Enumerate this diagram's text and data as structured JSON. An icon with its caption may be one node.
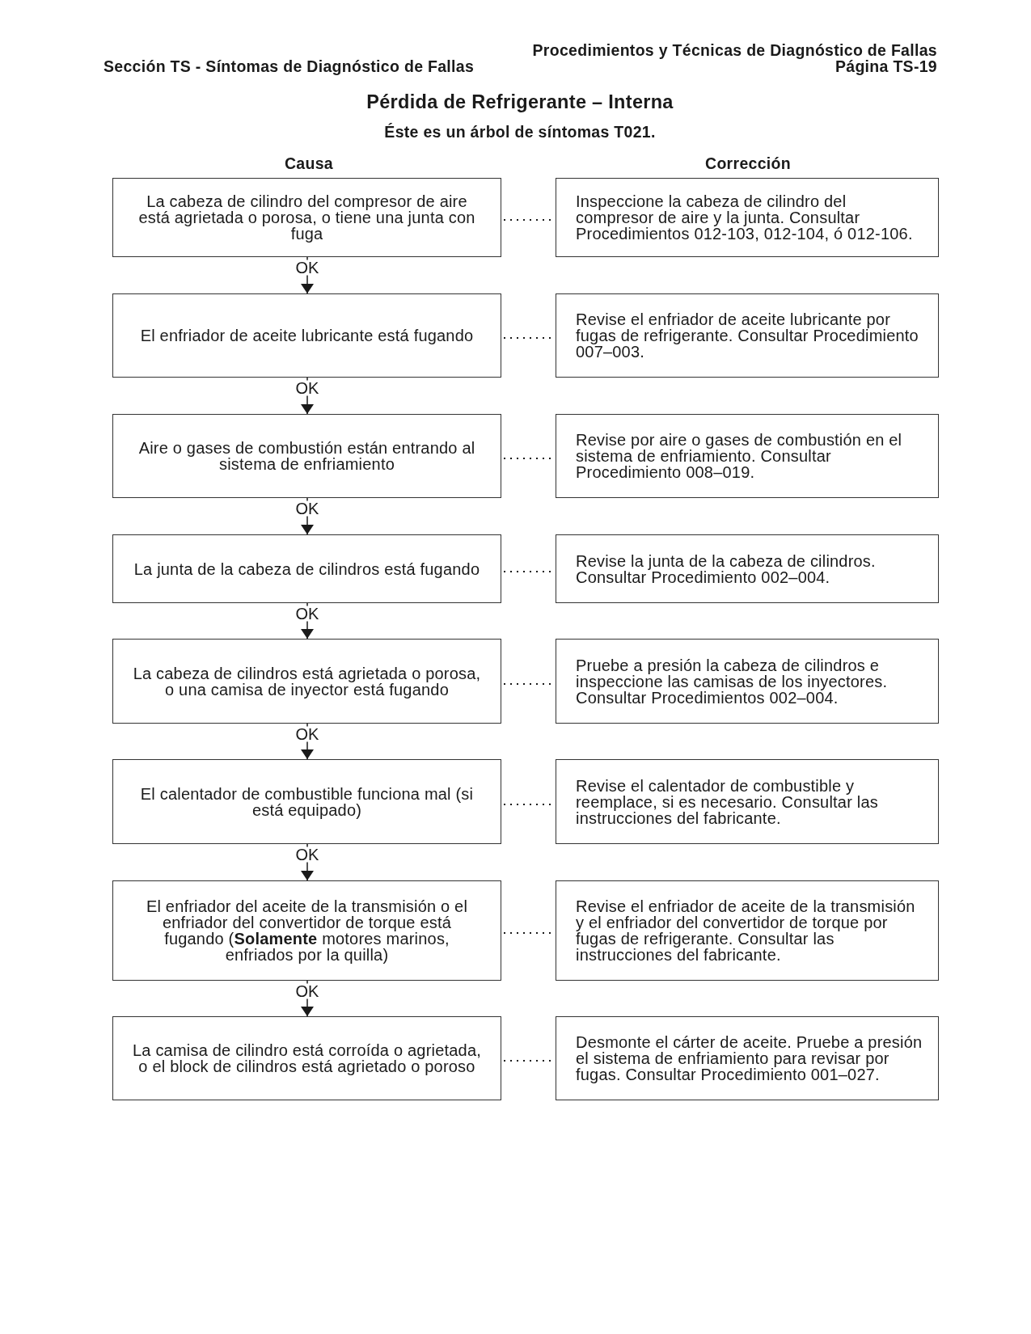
{
  "diagram": {
    "title": "Pérdida de Refrigerante – Interna",
    "nodes": [
      {
        "text": [
          "La cabeza de cilindro del compresor de aire está agrietada o porosa, o tiene una junta con fuga"
        ]
      },
      {
        "text": [
          "Inspeccione la cabeza de cilindro del compresor de aire y la junta. Consultar Procedimientos 012-103, 012-104, ó 012-106."
        ]
      },
      {
        "text": [
          "El enfriador de aceite lubricante está fugando"
        ]
      },
      {
        "text": [
          "Revise el enfriador de aceite lubricante por fugas de refrigerante. Consultar Procedimiento 007–003."
        ]
      },
      {
        "text": [
          "Aire o gases de combustión están entrando al sistema de enfriamiento"
        ]
      },
      {
        "text": [
          "Revise por aire o gases de combustión en el sistema de enfriamiento. Consultar Procedimiento 008–019."
        ]
      },
      {
        "text": [
          "La junta de la cabeza de cilindros está fugando"
        ]
      },
      {
        "text": [
          "Revise la junta de la cabeza de cilindros. Consultar Procedimiento 002–004."
        ]
      },
      {
        "text": [
          "La cabeza de cilindros está agrietada o porosa, o una camisa de inyector está fugando"
        ]
      },
      {
        "text": [
          "Pruebe a presión la cabeza de cilindros e inspeccione las camisas de los inyectores. Consultar Procedimientos 002–004."
        ]
      },
      {
        "text": [
          "El calentador de combustible funciona mal (si está equipado)"
        ]
      },
      {
        "text": [
          "Revise el calentador de combustible y reemplace, si es necesario. Consultar las instrucciones del fabricante."
        ]
      },
      {
        "text": [
          "El enfriador del aceite de la transmisión o el enfriador del convertidor de torque está fugando (**Solamente** motores marinos, enfriados por la quilla)"
        ]
      },
      {
        "text": [
          "Revise el enfriador de aceite de la transmisión y el enfriador del convertidor de torque por fugas de refrigerante. Consultar las instrucciones del fabricante."
        ]
      },
      {
        "text": [
          "La camisa de cilindro está corroída o agrietada, o el block de cilindros está agrietado o poroso"
        ]
      },
      {
        "text": [
          "Desmonte el cárter de aceite. Pruebe a presión el sistema de enfriamiento para revisar por fugas. Consultar Procedimiento 001–027."
        ]
      }
    ],
    "edges": [
      {
        "from": 0,
        "to": 1,
        "arrow": "none",
        "style": "dashed"
      },
      {
        "from": 0,
        "to": 2,
        "arrow": "to",
        "label": "OK"
      },
      {
        "from": 2,
        "to": 3,
        "arrow": "none",
        "style": "dashed"
      },
      {
        "from": 2,
        "to": 4,
        "arrow": "to",
        "label": "OK"
      },
      {
        "from": 4,
        "to": 5,
        "arrow": "none",
        "style": "dashed"
      },
      {
        "from": 4,
        "to": 6,
        "arrow": "to",
        "label": "OK"
      },
      {
        "from": 6,
        "to": 7,
        "arrow": "none",
        "style": "dashed"
      },
      {
        "from": 6,
        "to": 8,
        "arrow": "to",
        "label": "OK"
      },
      {
        "from": 8,
        "to": 9,
        "arrow": "none",
        "style": "dashed"
      },
      {
        "from": 8,
        "to": 10,
        "arrow": "to",
        "label": "OK"
      },
      {
        "from": 10,
        "to": 11,
        "arrow": "none",
        "style": "dashed"
      },
      {
        "from": 10,
        "to": 12,
        "arrow": "to",
        "label": "OK"
      },
      {
        "from": 12,
        "to": 13,
        "arrow": "none",
        "style": "dashed"
      },
      {
        "from": 12,
        "to": 14,
        "arrow": "to",
        "label": "OK"
      },
      {
        "from": 14,
        "to": 15,
        "arrow": "none",
        "style": "dashed"
      }
    ],
    "labels": [
      "Procedimientos y Técnicas de Diagnóstico de Fallas",
      "Sección TS - Síntomas de Diagnóstico de Fallas",
      "Página TS-19",
      "Éste es un árbol de síntomas T021.",
      "Causa",
      "Corrección"
    ]
  }
}
